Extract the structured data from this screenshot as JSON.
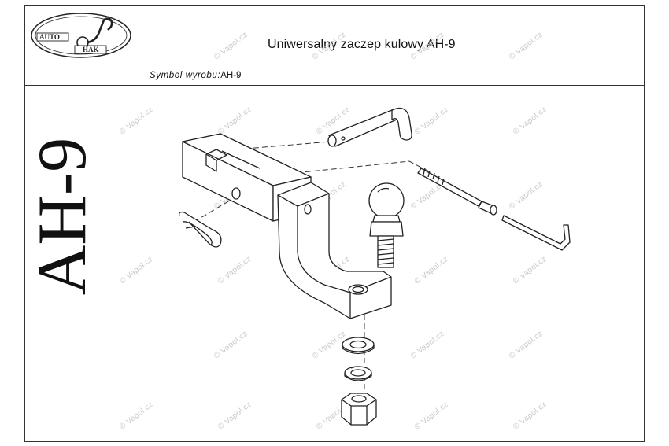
{
  "header": {
    "title": "Uniwersalny zaczep kulowy AH-9",
    "symbol_label": "Symbol  wyrobu:",
    "symbol_value": "AH-9"
  },
  "logo": {
    "line1": "AUTO",
    "line2": "HAK"
  },
  "side_code": "AH-9",
  "watermark": "© Vapol.cz",
  "parts": [
    "drawbar-tube",
    "locking-pin",
    "hairpin-clip",
    "ball-mount-bracket",
    "tow-ball",
    "bolt",
    "hex-key",
    "flat-washer",
    "spring-washer",
    "hex-nut"
  ],
  "colors": {
    "line": "#222222",
    "watermark": "#c9c9c9",
    "background": "#ffffff"
  }
}
